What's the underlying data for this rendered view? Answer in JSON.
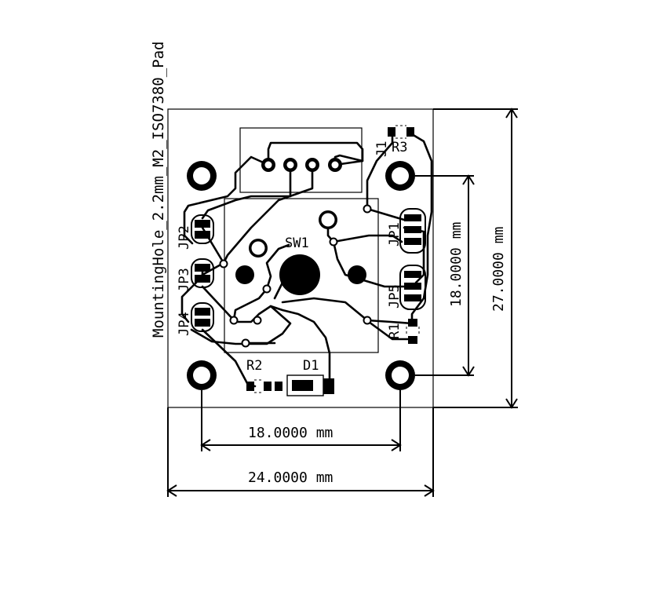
{
  "footprint_name": "MountingHole_2.2mm_M2_ISO7380_Pad",
  "refs": {
    "sw1": "SW1",
    "jp1": "JP1",
    "jp2": "JP2",
    "jp3": "JP3",
    "jp4": "JP4",
    "jp5": "JP5",
    "r1": "R1",
    "r2": "R2",
    "r3": "R3",
    "d1": "D1",
    "j1": "J1"
  },
  "dimensions": {
    "width_outer": "24.0000 mm",
    "width_holes": "18.0000 mm",
    "height_outer": "27.0000 mm",
    "height_holes": "18.0000 mm"
  }
}
